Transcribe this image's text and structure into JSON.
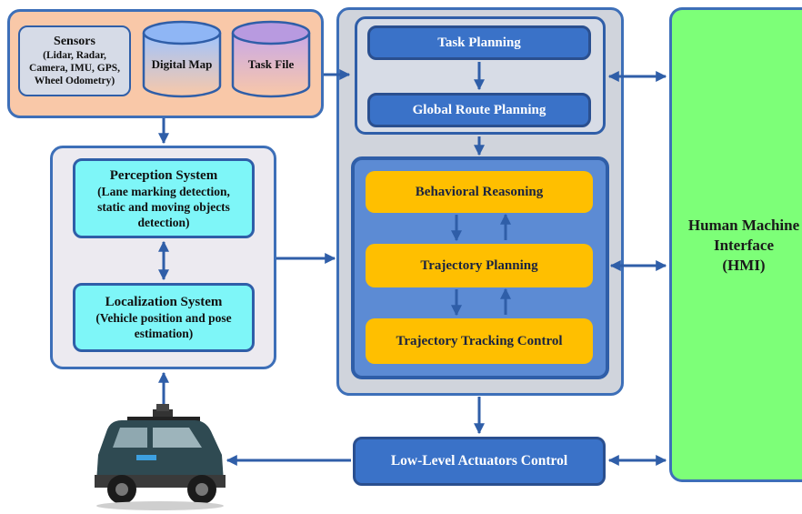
{
  "sensors": {
    "title": "Sensors",
    "line1": "(Lidar, Radar,",
    "line2": "Camera, IMU, GPS,",
    "line3": "Wheel Odometry)"
  },
  "digital_map": "Digital Map",
  "task_file": "Task File",
  "task_planning": "Task Planning",
  "global_route_planning": "Global Route Planning",
  "behavioral_reasoning": "Behavioral Reasoning",
  "trajectory_planning": "Trajectory Planning",
  "trajectory_tracking_control": "Trajectory Tracking Control",
  "perception": {
    "title": "Perception System",
    "line1": "(Lane marking detection,",
    "line2": "static and moving objects",
    "line3": "detection)"
  },
  "localization": {
    "title": "Localization System",
    "line1": "(Vehicle position and pose",
    "line2": "estimation)"
  },
  "low_level": "Low-Level Actuators Control",
  "hmi": {
    "line1": "Human Machine",
    "line2": "Interface",
    "line3": "(HMI)"
  },
  "colors": {
    "panel_border": "#3d6fb8",
    "arrow": "#2f5ea8",
    "sensors_bg": "#f9c8a8",
    "planning_box": "#3a72c8",
    "behavior_box": "#ffbf00",
    "perception_box": "#7ef6f8",
    "hmi_bg": "#7dff78",
    "vehicle_body": "#2f4a52"
  }
}
